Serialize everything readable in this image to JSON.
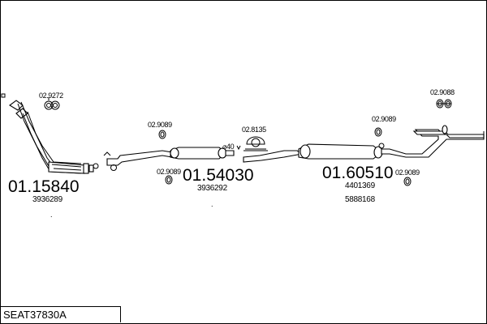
{
  "title": "SEAT37830A",
  "parts": {
    "p1": {
      "number": "01.15840",
      "ref": "3936289"
    },
    "p2": {
      "number": "01.54030",
      "ref": "3936292"
    },
    "p3": {
      "number": "01.60510",
      "ref1": "4401369",
      "ref2": "5888168"
    }
  },
  "accessories": {
    "a1": "02.9272",
    "a2": "02.9089",
    "a3": "02.9089",
    "a4": "02.8135",
    "a5": "02.9089",
    "a6": "02.9088",
    "a7": "02.9089"
  },
  "diameter_label": "⌀40"
}
